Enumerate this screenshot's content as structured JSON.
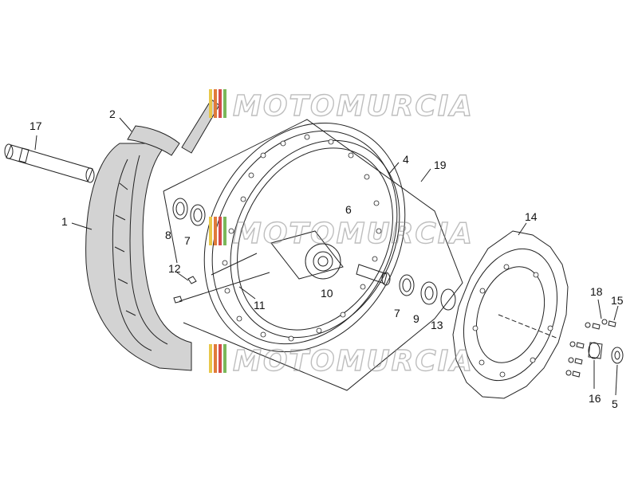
{
  "watermark": {
    "text": "MOTOMURCIA",
    "stripe_colors": [
      "#e8c84a",
      "#e07a3a",
      "#d44a4a",
      "#7ab85a"
    ]
  },
  "callouts": [
    "1",
    "2",
    "4",
    "5",
    "6",
    "7",
    "7",
    "8",
    "9",
    "10",
    "11",
    "12",
    "13",
    "14",
    "15",
    "16",
    "17",
    "18",
    "19"
  ],
  "colors": {
    "tire": "#d3d3d3",
    "line": "#222222",
    "part": "#ffffff"
  }
}
